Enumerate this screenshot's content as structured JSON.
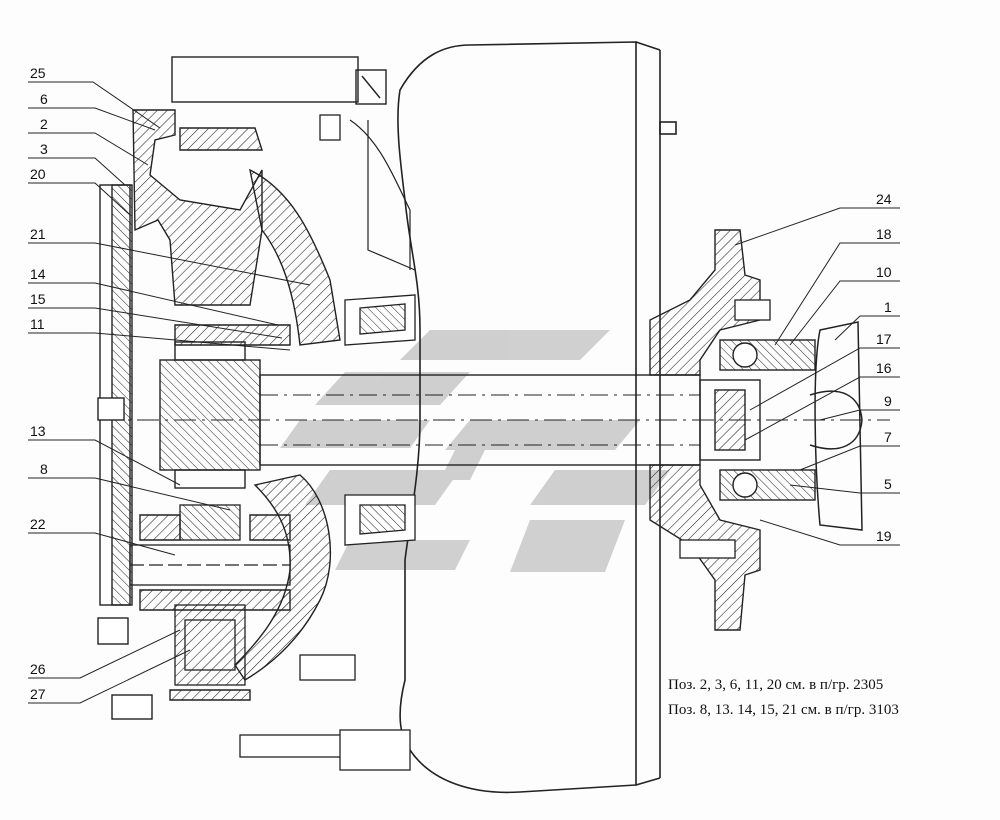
{
  "callouts": {
    "c25": "25",
    "c6": "6",
    "c2": "2",
    "c3": "3",
    "c20": "20",
    "c21": "21",
    "c14": "14",
    "c15": "15",
    "c11": "11",
    "c13": "13",
    "c8": "8",
    "c22": "22",
    "c26": "26",
    "c27": "27",
    "c24": "24",
    "c18": "18",
    "c10": "10",
    "c1": "1",
    "c17": "17",
    "c16": "16",
    "c9": "9",
    "c7": "7",
    "c5": "5",
    "c19": "19"
  },
  "notes": {
    "line1": "Поз. 2, 3, 6, 11, 20 см. в п/гр. 2305",
    "line2": "Поз. 8, 13. 14, 15, 21 см. в п/гр. 3103"
  }
}
